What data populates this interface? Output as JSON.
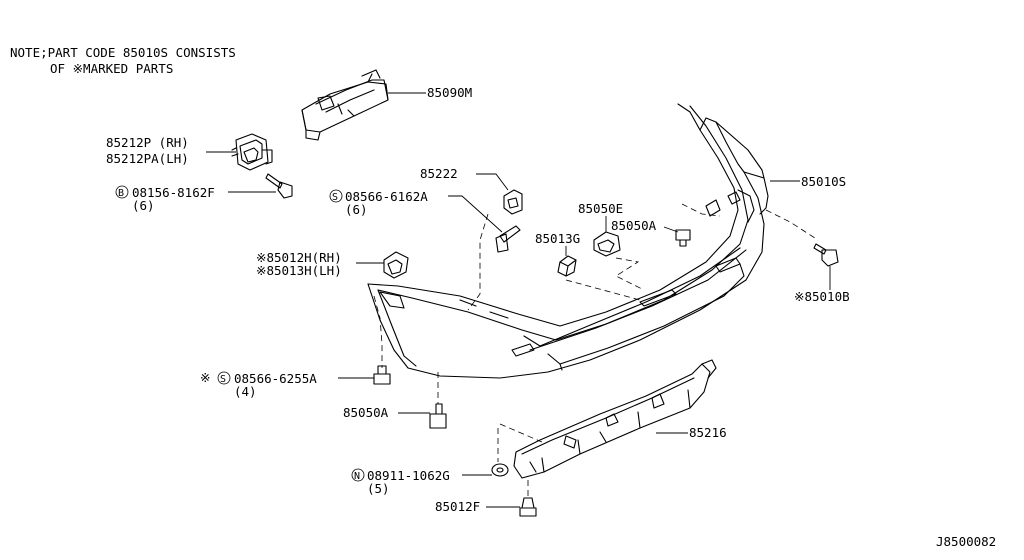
{
  "note": {
    "line1": "NOTE;PART CODE 85010S CONSISTS",
    "line2": "OF ※MARKED PARTS"
  },
  "labels": {
    "p85090M": "85090M",
    "p85212P": "85212P (RH)",
    "p85212PA": "85212PA(LH)",
    "b08156": "08156-8162F",
    "b08156_qty": "(6)",
    "b08156_prefix": "B",
    "p85222": "85222",
    "s08566a": "08566-6162A",
    "s08566a_qty": "(6)",
    "s08566a_prefix": "S",
    "p85050E": "85050E",
    "p85050A_top": "85050A",
    "p85013G": "85013G",
    "p85010S": "85010S",
    "p85012H": "※85012H(RH)",
    "p85013H": "※85013H(LH)",
    "p85010B": "※85010B",
    "s08566b_mark": "※",
    "s08566b_prefix": "S",
    "s08566b": "08566-6255A",
    "s08566b_qty": "(4)",
    "p85050A_bot": "85050A",
    "p85216": "85216",
    "n08911_prefix": "N",
    "n08911": "08911-1062G",
    "n08911_qty": "(5)",
    "p85012F": "85012F"
  },
  "diagram_id": "J8500082"
}
